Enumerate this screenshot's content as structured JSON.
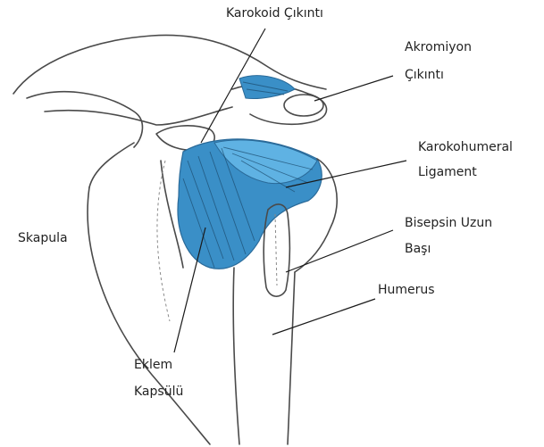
{
  "diagram": {
    "labels": {
      "coracoid": "Karokoid Çıkıntı",
      "acromion_1": "Akromiyon",
      "acromion_2": "Çıkıntı",
      "coracohumeral_1": "Karokohumeral",
      "coracohumeral_2": "Ligament",
      "biceps_1": "Bisepsin Uzun",
      "biceps_2": "Başı",
      "humerus": "Humerus",
      "scapula": "Skapula",
      "capsule_1": "Eklem",
      "capsule_2": "Kapsülü"
    },
    "colors": {
      "ligament_fill": "#3a8fc7",
      "ligament_light": "#5fb2e3",
      "line": "#4a4a4a",
      "text": "#222222"
    }
  }
}
